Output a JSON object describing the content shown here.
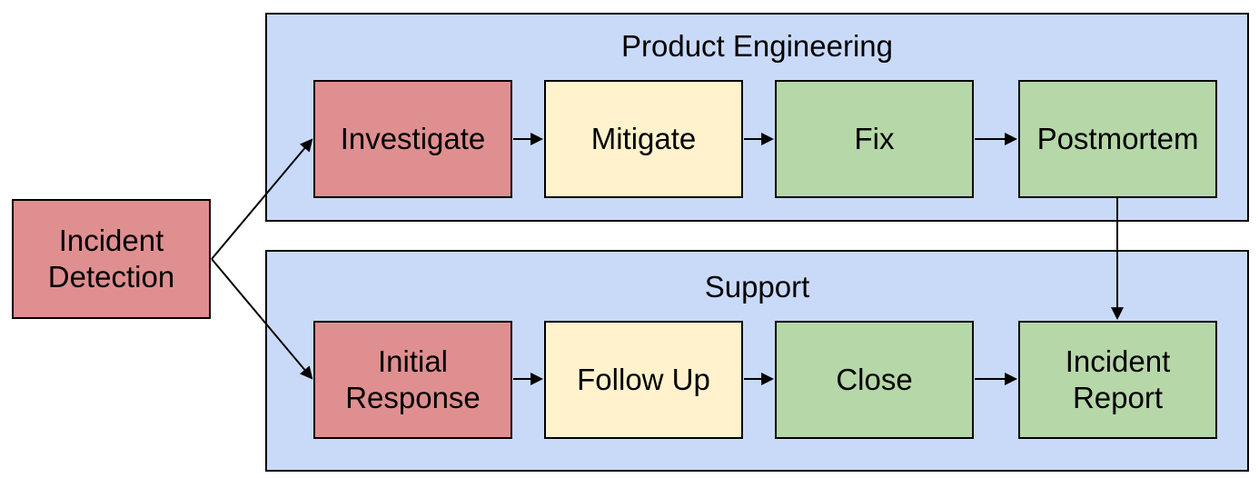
{
  "palette": {
    "page_background": "#FFFFFF",
    "lane_fill": "#C9DAF8",
    "red_fill": "#DF8F90",
    "yellow_fill": "#FFF2CC",
    "green_fill": "#B6D7A8",
    "stroke": "#000000",
    "text": "#000000"
  },
  "detection": {
    "label": "Incident\nDetection"
  },
  "lanes": [
    {
      "title": "Product Engineering",
      "steps": [
        {
          "label": "Investigate"
        },
        {
          "label": "Mitigate"
        },
        {
          "label": "Fix"
        },
        {
          "label": "Postmortem"
        }
      ]
    },
    {
      "title": "Support",
      "steps": [
        {
          "label": "Initial\nResponse"
        },
        {
          "label": "Follow Up"
        },
        {
          "label": "Close"
        },
        {
          "label": "Incident\nReport"
        }
      ]
    }
  ],
  "edges": [
    {
      "from": "incident-detection",
      "to": "investigate"
    },
    {
      "from": "incident-detection",
      "to": "initial-response"
    },
    {
      "from": "investigate",
      "to": "mitigate"
    },
    {
      "from": "mitigate",
      "to": "fix"
    },
    {
      "from": "fix",
      "to": "postmortem"
    },
    {
      "from": "postmortem",
      "to": "incident-report"
    },
    {
      "from": "initial-response",
      "to": "follow-up"
    },
    {
      "from": "follow-up",
      "to": "close"
    },
    {
      "from": "close",
      "to": "incident-report"
    }
  ]
}
